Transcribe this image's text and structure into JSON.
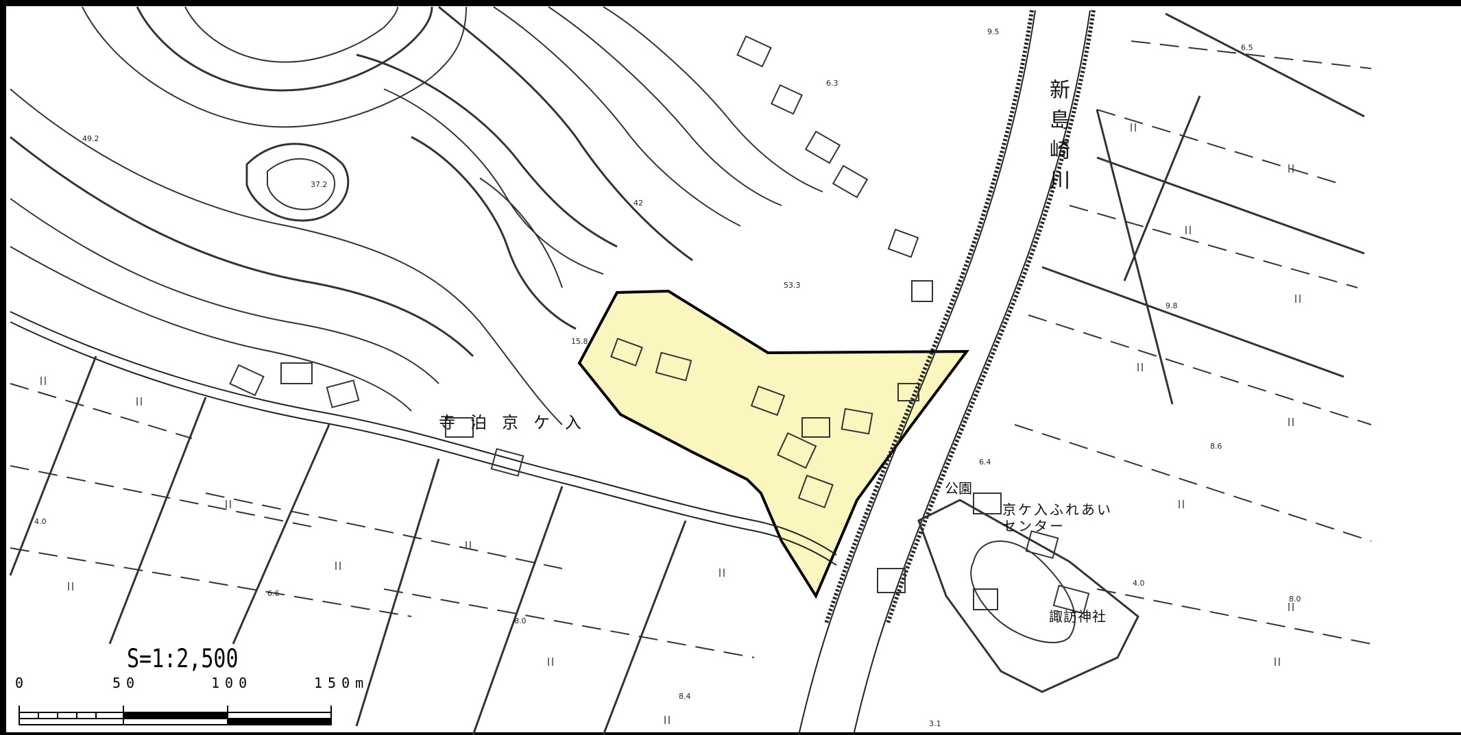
{
  "labels": {
    "river_name": "新島崎川",
    "district": "寺泊京ケ入",
    "park": "公園",
    "center_line1": "京ケ入ふれあい",
    "center_line2": "センター",
    "shrine": "諏訪神社"
  },
  "scale": {
    "ratio_text": "S=1:2,500",
    "tick_labels": [
      "0",
      "50",
      "100",
      "150m"
    ],
    "units": "m"
  },
  "elevations": [
    "49.2",
    "37.2",
    "42",
    "53.3",
    "15.8",
    "9.5",
    "6.5",
    "6.3",
    "9.8",
    "8.6",
    "8.0",
    "6.4",
    "4.0",
    "6.6",
    "3.1",
    "8.4",
    "8.0",
    "4.0"
  ],
  "colors": {
    "highlight_fill": "#fbf5be",
    "highlight_stroke": "#000000",
    "line": "#222222"
  },
  "icons": {
    "paddy_symbol": "rice-field-icon",
    "shrine_symbol": "torii-icon"
  }
}
